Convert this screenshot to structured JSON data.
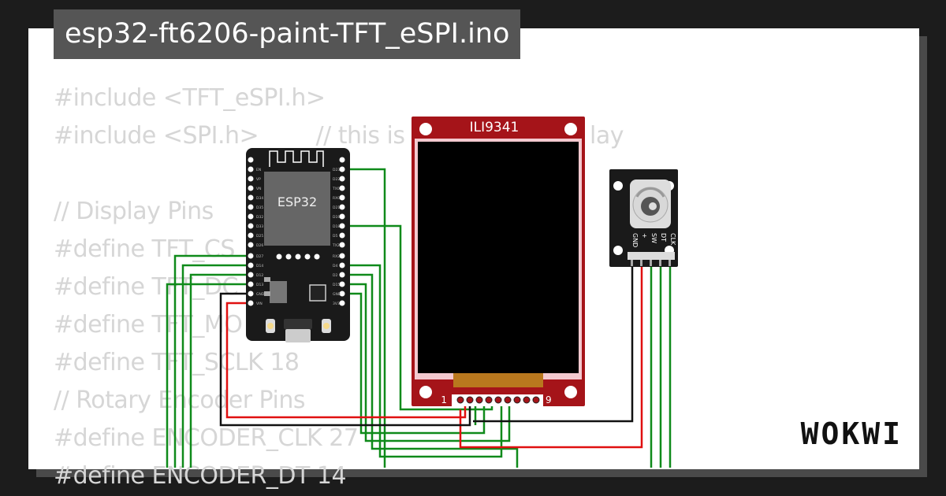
{
  "title": "esp32-ft6206-paint-TFT_eSPI.ino",
  "code_lines": [
    "#include <TFT_eSPI.h>",
    "#include <SPI.h>        // this is n",
    "",
    "// Display Pins",
    "#define TFT_CS",
    "#define TFT_DC",
    "#define TFT_MO",
    "#define TFT_SCLK 18",
    "// Rotary Encoder Pins",
    "#define ENCODER_CLK 27",
    "#define ENCODER_DT 14"
  ],
  "code_tail": "lay",
  "esp32": {
    "label": "ESP32",
    "left_pins": [
      "EN",
      "VP",
      "VN",
      "D34",
      "D35",
      "D32",
      "D33",
      "D25",
      "D26",
      "D27",
      "D14",
      "D12",
      "D13",
      "GND",
      "VIN"
    ],
    "right_pins": [
      "D23",
      "D22",
      "TX0",
      "RX0",
      "D21",
      "D19",
      "D18",
      "D5",
      "TX2",
      "RX2",
      "D4",
      "D2",
      "D15",
      "GND",
      "3V3"
    ]
  },
  "display": {
    "label": "ILI9341",
    "pin_start": "1",
    "pin_end": "9"
  },
  "encoder": {
    "pins": [
      "GND",
      "+",
      "SW",
      "DT",
      "CLK"
    ]
  },
  "brand": "WOKWI",
  "colors": {
    "background": "#1c1c1c",
    "page": "#ffffff",
    "title_tab": "#555555",
    "code_text": "#d6d6d6",
    "board": "#1a1a1a",
    "display_pcb": "#a51419",
    "wire_green": "#0f8a1a",
    "wire_red": "#e01010",
    "wire_black": "#111111"
  }
}
